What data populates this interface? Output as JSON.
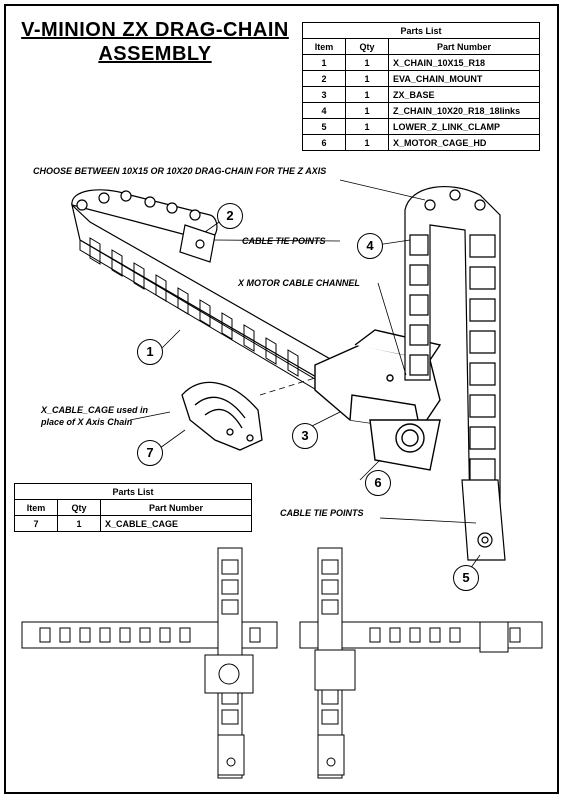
{
  "title": {
    "line1": "V-MINION ZX DRAG-CHAIN",
    "line2": "ASSEMBLY"
  },
  "parts_list_main": {
    "caption": "Parts List",
    "headers": [
      "Item",
      "Qty",
      "Part Number"
    ],
    "rows": [
      {
        "item": "1",
        "qty": "1",
        "part": "X_CHAIN_10X15_R18"
      },
      {
        "item": "2",
        "qty": "1",
        "part": "EVA_CHAIN_MOUNT"
      },
      {
        "item": "3",
        "qty": "1",
        "part": "ZX_BASE"
      },
      {
        "item": "4",
        "qty": "1",
        "part": "Z_CHAIN_10X20_R18_18links"
      },
      {
        "item": "5",
        "qty": "1",
        "part": "LOWER_Z_LINK_CLAMP"
      },
      {
        "item": "6",
        "qty": "1",
        "part": "X_MOTOR_CAGE_HD"
      }
    ]
  },
  "parts_list_small": {
    "caption": "Parts List",
    "headers": [
      "Item",
      "Qty",
      "Part Number"
    ],
    "rows": [
      {
        "item": "7",
        "qty": "1",
        "part": "X_CABLE_CAGE"
      }
    ]
  },
  "notes": {
    "choose_chain": "CHOOSE BETWEEN 10X15 OR 10X20 DRAG-CHAIN FOR THE Z AXIS",
    "cable_tie_top": "CABLE TIE POINTS",
    "motor_channel": "X MOTOR CABLE CHANNEL",
    "cable_cage_line1": "X_CABLE_CAGE used in",
    "cable_cage_line2": "place of X Axis Chain",
    "cable_tie_bottom": "CABLE TIE POINTS"
  },
  "callouts": [
    "1",
    "2",
    "3",
    "4",
    "5",
    "6",
    "7"
  ]
}
